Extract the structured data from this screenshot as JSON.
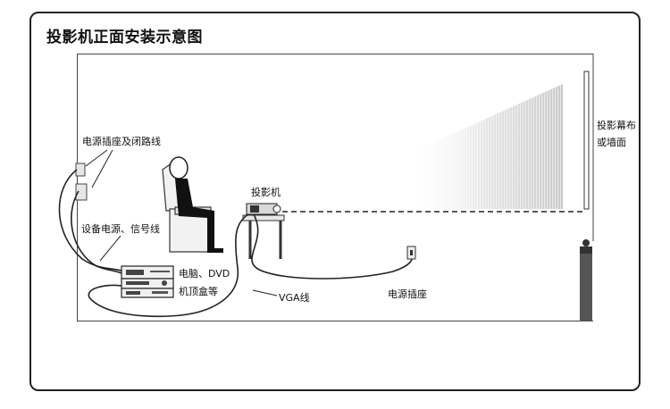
{
  "title": "投影机正面安装示意图",
  "labels": {
    "socket_and_cctv": "电源插座及闭路线",
    "device_power_signal": "设备电源、信号线",
    "projector": "投影机",
    "screen_line1": "投影幕布",
    "screen_line2": "或墙面",
    "devices_line1": "电脑、DVD",
    "devices_line2": "机顶盒等",
    "vga": "VGA线",
    "power_socket": "电源插座"
  }
}
